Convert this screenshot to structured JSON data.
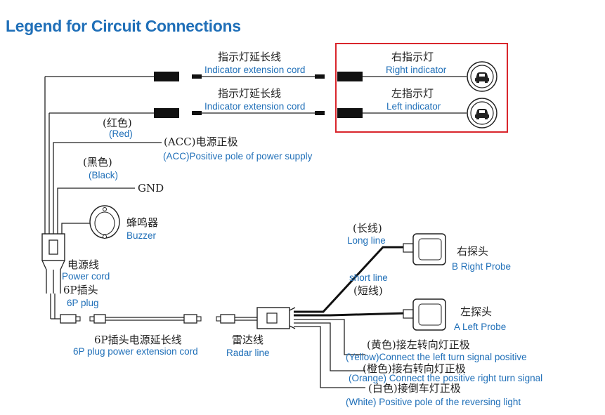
{
  "title": "Legend for Circuit Connections",
  "labels": {
    "ext_cord_top_zh": "指示灯延长线",
    "ext_cord_top_en": "Indicator extension cord",
    "ext_cord_bottom_zh": "指示灯延长线",
    "ext_cord_bottom_en": "Indicator extension cord",
    "right_indicator_zh": "右指示灯",
    "right_indicator_en": "Right indicator",
    "left_indicator_zh": "左指示灯",
    "left_indicator_en": "Left indicator",
    "red_zh": "(红色)",
    "red_en": "(Red)",
    "acc_zh": "(ACC)电源正极",
    "acc_en": "(ACC)Positive pole of power supply",
    "black_zh": "(黑色)",
    "black_en": "(Black)",
    "gnd": "GND",
    "buzzer_zh": "蜂鸣器",
    "buzzer_en": "Buzzer",
    "power_cord_zh": "电源线",
    "power_cord_en": "Power cord",
    "plug6p_zh": "6P插头",
    "plug6p_en": "6P plug",
    "plug_ext_zh": "6P插头电源延长线",
    "plug_ext_en": "6P plug power extension cord",
    "radar_zh": "雷达线",
    "radar_en": "Radar  line",
    "long_line_zh": "(长线)",
    "long_line_en": "Long line",
    "short_line_en": "short line",
    "short_line_zh": "(短线)",
    "right_probe_zh": "右探头",
    "right_probe_en": "B Right Probe",
    "left_probe_zh": "左探头",
    "left_probe_en": "A Left Probe",
    "yellow_zh": "(黄色)接左转向灯正极",
    "yellow_en": "(Yellow)Connect the left turn signal positive",
    "orange_zh": "(橙色)接右转向灯正极",
    "orange_en": "(Orange) Connect the positive right turn signal",
    "white_zh": "(白色)接倒车灯正极",
    "white_en": "(White) Positive pole of the reversing light"
  },
  "colors": {
    "label_blue": "#1f6fb8",
    "highlight_box": "#d9262c",
    "wire": "#222222"
  },
  "icons": {
    "indicator": "car-indicator-icon",
    "buzzer": "buzzer-icon",
    "probe": "probe-icon"
  }
}
